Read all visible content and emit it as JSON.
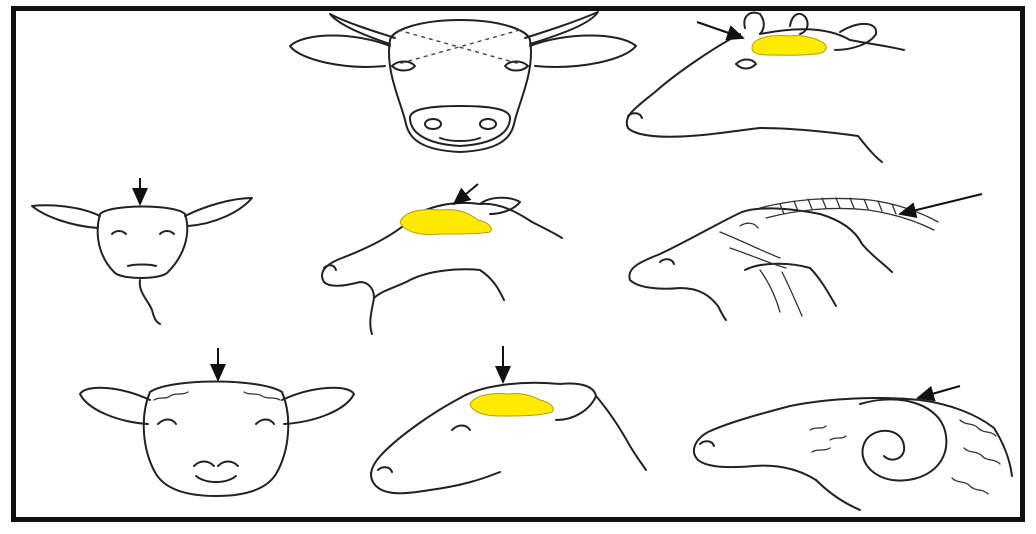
{
  "figure": {
    "rows": [
      {
        "species": "cattle",
        "panels": [
          {
            "id": "cattle-front",
            "view": "front",
            "shows_dashed_cross": true
          },
          {
            "id": "cattle-side",
            "view": "side",
            "shows_brain": true,
            "shows_arrow": true
          }
        ]
      },
      {
        "species": "goat",
        "panels": [
          {
            "id": "goat-front",
            "view": "front",
            "shows_arrow": true
          },
          {
            "id": "goat-side-brain",
            "view": "side",
            "shows_brain": true,
            "shows_arrow": true
          },
          {
            "id": "goat-side-horned",
            "view": "side",
            "shows_arrow": true
          }
        ]
      },
      {
        "species": "sheep",
        "panels": [
          {
            "id": "sheep-front",
            "view": "front",
            "shows_arrow": true
          },
          {
            "id": "sheep-side-brain",
            "view": "side",
            "shows_brain": true,
            "shows_arrow": true
          },
          {
            "id": "ram-side-horned",
            "view": "side",
            "shows_arrow": true
          }
        ]
      }
    ],
    "colors": {
      "brain_highlight": "#FFEB00",
      "line": "#222222",
      "frame_border": "#111111",
      "background": "#FFFFFF"
    }
  }
}
